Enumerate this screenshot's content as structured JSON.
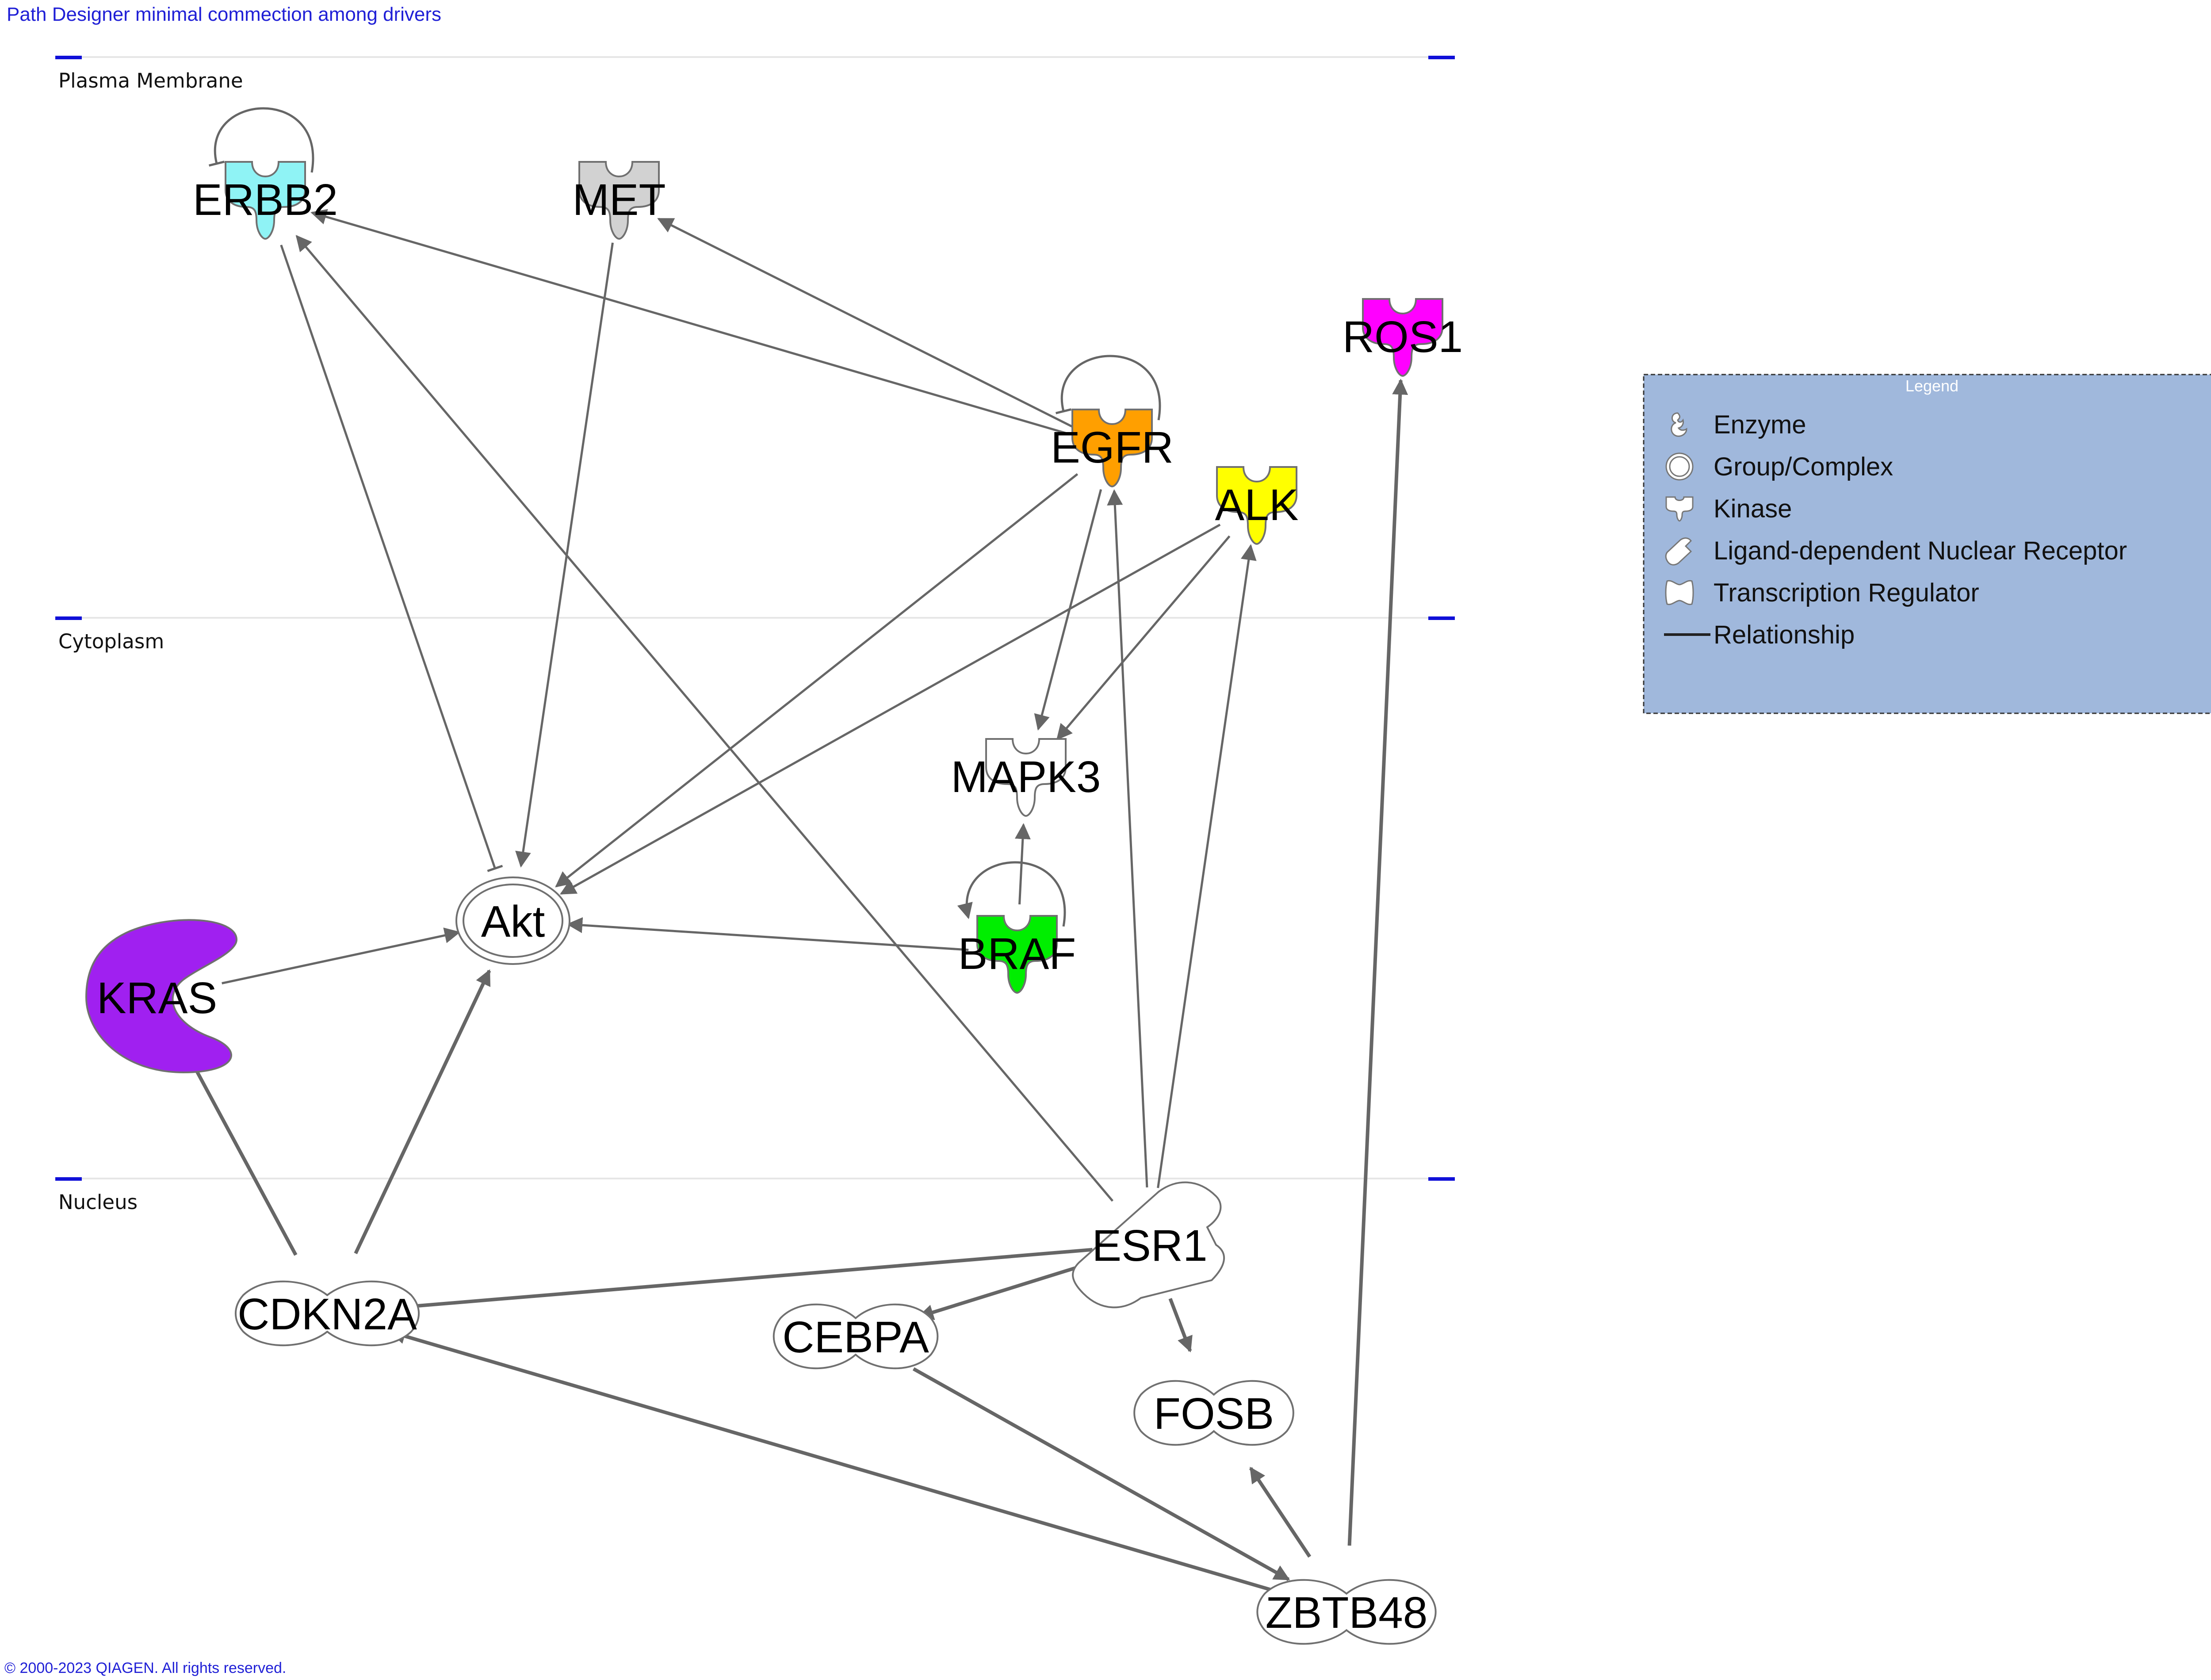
{
  "title": "Path Designer minimal commection among drivers",
  "footer": "© 2000-2023 QIAGEN. All rights reserved.",
  "bands": {
    "plasma": "Plasma Membrane",
    "cytoplasm": "Cytoplasm",
    "nucleus": "Nucleus"
  },
  "nodes": {
    "erbb2": {
      "label": "ERBB2",
      "type": "kinase",
      "color": "#8ff3f5"
    },
    "met": {
      "label": "MET",
      "type": "kinase",
      "color": "#d2d2d2"
    },
    "ros1": {
      "label": "ROS1",
      "type": "kinase",
      "color": "#ff00ff"
    },
    "egfr": {
      "label": "EGFR",
      "type": "kinase",
      "color": "#ff9f00"
    },
    "alk": {
      "label": "ALK",
      "type": "kinase",
      "color": "#ffff00"
    },
    "mapk3": {
      "label": "MAPK3",
      "type": "kinase",
      "color": "#ffffff"
    },
    "braf": {
      "label": "BRAF",
      "type": "kinase",
      "color": "#00ee00"
    },
    "akt": {
      "label": "Akt",
      "type": "group-complex",
      "color": "#ffffff"
    },
    "kras": {
      "label": "KRAS",
      "type": "enzyme",
      "color": "#a020f0"
    },
    "esr1": {
      "label": "ESR1",
      "type": "ligand-dependent-nuclear-receptor",
      "color": "#ffffff"
    },
    "cdkn2a": {
      "label": "CDKN2A",
      "type": "transcription-regulator",
      "color": "#ffffff"
    },
    "cebpa": {
      "label": "CEBPA",
      "type": "transcription-regulator",
      "color": "#ffffff"
    },
    "fosb": {
      "label": "FOSB",
      "type": "transcription-regulator",
      "color": "#ffffff"
    },
    "zbtb48": {
      "label": "ZBTB48",
      "type": "transcription-regulator",
      "color": "#ffffff"
    }
  },
  "edges": [
    {
      "from": "erbb2",
      "to": "akt",
      "kind": "inhibit"
    },
    {
      "from": "met",
      "to": "akt",
      "kind": "arrow"
    },
    {
      "from": "egfr",
      "to": "erbb2",
      "kind": "arrow"
    },
    {
      "from": "egfr",
      "to": "met",
      "kind": "arrow"
    },
    {
      "from": "egfr",
      "to": "akt",
      "kind": "arrow"
    },
    {
      "from": "egfr",
      "to": "mapk3",
      "kind": "arrow"
    },
    {
      "from": "alk",
      "to": "akt",
      "kind": "arrow"
    },
    {
      "from": "alk",
      "to": "mapk3",
      "kind": "arrow"
    },
    {
      "from": "braf",
      "to": "mapk3",
      "kind": "arrow"
    },
    {
      "from": "braf",
      "to": "akt",
      "kind": "arrow"
    },
    {
      "from": "kras",
      "to": "akt",
      "kind": "arrow"
    },
    {
      "from": "cdkn2a",
      "to": "kras",
      "kind": "arrow"
    },
    {
      "from": "cdkn2a",
      "to": "akt",
      "kind": "arrow"
    },
    {
      "from": "esr1",
      "to": "erbb2",
      "kind": "arrow"
    },
    {
      "from": "esr1",
      "to": "egfr",
      "kind": "arrow"
    },
    {
      "from": "esr1",
      "to": "alk",
      "kind": "arrow"
    },
    {
      "from": "esr1",
      "to": "cdkn2a",
      "kind": "arrow"
    },
    {
      "from": "esr1",
      "to": "cebpa",
      "kind": "arrow"
    },
    {
      "from": "esr1",
      "to": "fosb",
      "kind": "arrow"
    },
    {
      "from": "zbtb48",
      "to": "cdkn2a",
      "kind": "arrow"
    },
    {
      "from": "cebpa",
      "to": "zbtb48",
      "kind": "arrow"
    },
    {
      "from": "zbtb48",
      "to": "fosb",
      "kind": "arrow"
    },
    {
      "from": "zbtb48",
      "to": "ros1",
      "kind": "arrow"
    },
    {
      "from": "erbb2",
      "to": "erbb2",
      "kind": "self-inhibit"
    },
    {
      "from": "egfr",
      "to": "egfr",
      "kind": "self-inhibit"
    },
    {
      "from": "braf",
      "to": "braf",
      "kind": "self-arrow"
    }
  ],
  "legend": {
    "title": "Legend",
    "bg_color": "#a0b8dc",
    "items": [
      {
        "icon": "enzyme-icon",
        "label": "Enzyme"
      },
      {
        "icon": "group-complex-icon",
        "label": "Group/Complex"
      },
      {
        "icon": "kinase-icon",
        "label": "Kinase"
      },
      {
        "icon": "ligand-nuclear-receptor-icon",
        "label": "Ligand-dependent Nuclear Receptor"
      },
      {
        "icon": "transcription-regulator-icon",
        "label": "Transcription Regulator"
      },
      {
        "icon": "relationship-icon",
        "label": "Relationship"
      }
    ]
  }
}
